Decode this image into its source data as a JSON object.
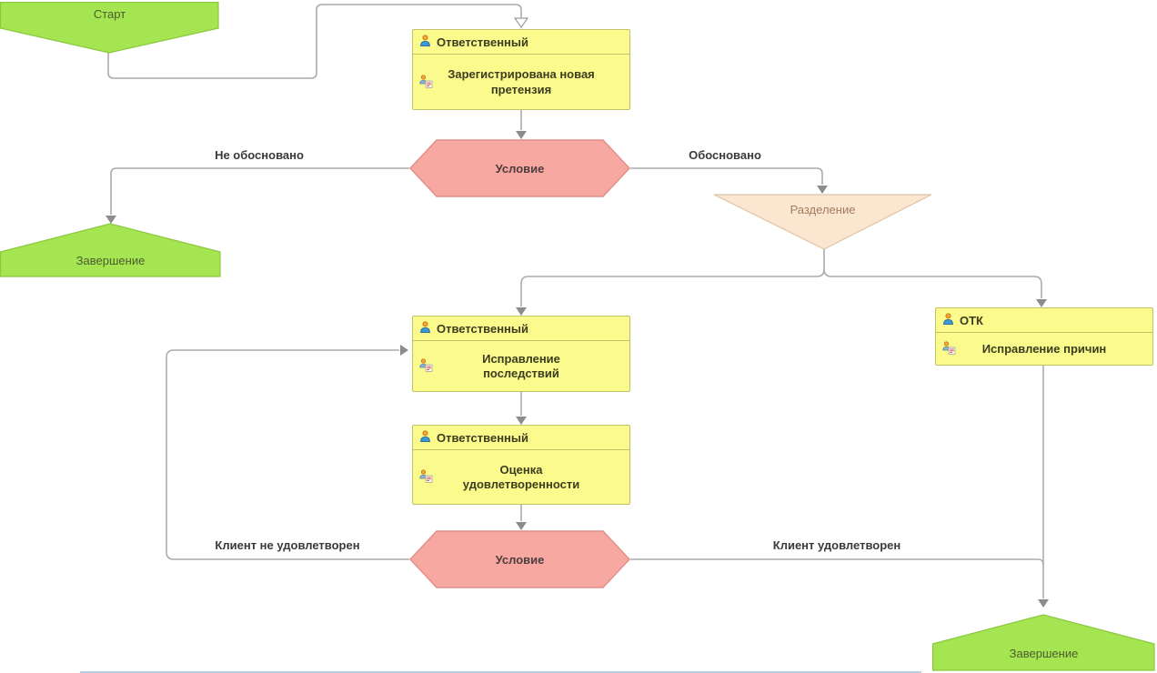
{
  "nodes": {
    "start": {
      "label": "Старт"
    },
    "register_claim": {
      "role": "Ответственный",
      "action": "Зарегистрирована новая претензия"
    },
    "condition_justified": {
      "label": "Условие"
    },
    "finish_left": {
      "label": "Завершение"
    },
    "split": {
      "label": "Разделение"
    },
    "fix_consequences": {
      "role": "Ответственный",
      "action": "Исправление последствий"
    },
    "fix_causes": {
      "role": "ОТК",
      "action": "Исправление причин"
    },
    "assess_satisfaction": {
      "role": "Ответственный",
      "action": "Оценка удовлетворенности"
    },
    "condition_satisfied": {
      "label": "Условие"
    },
    "finish_right": {
      "label": "Завершение"
    }
  },
  "edge_labels": {
    "not_justified": "Не обосновано",
    "justified": "Обосновано",
    "client_not_satisfied": "Клиент не удовлетворен",
    "client_satisfied": "Клиент удовлетворен"
  },
  "icons": {
    "role": "person-icon",
    "action": "person-task-icon"
  },
  "colors": {
    "activity_fill": "#fbfb8d",
    "activity_border": "#c2c26a",
    "condition_fill": "#f7a8a1",
    "condition_border": "#e08f88",
    "terminal_fill": "#a5e551",
    "terminal_border": "#8bc83e",
    "split_fill": "#fbe7cf",
    "split_border": "#dcc5a7",
    "connector": "#acacac",
    "arrowhead": "#8c8c8c",
    "edge_label_text": "#3a3a3a"
  }
}
